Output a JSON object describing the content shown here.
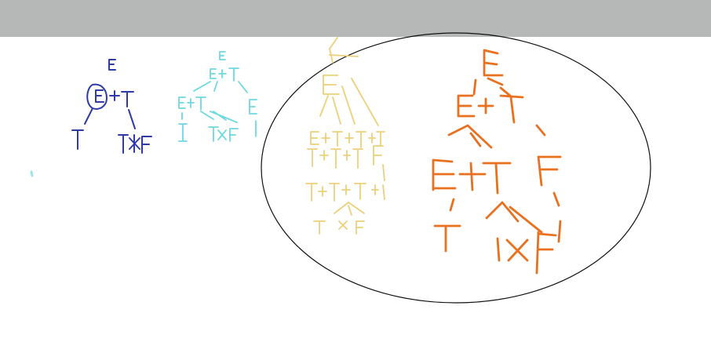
{
  "colors": {
    "toolbar": "#b6b8b7",
    "background": "#ffffff",
    "ink_blue": "#2e3aa6",
    "ink_cyan": "#6fd8e0",
    "ink_yellow": "#eccf78",
    "ink_orange": "#e8701e",
    "ink_black": "#111111"
  },
  "drawings": [
    {
      "name": "blue-parse-tree",
      "color": "ink_blue"
    },
    {
      "name": "cyan-parse-tree",
      "color": "ink_cyan"
    },
    {
      "name": "yellow-parse-tree",
      "color": "ink_yellow"
    },
    {
      "name": "orange-parse-tree",
      "color": "ink_orange"
    },
    {
      "name": "ellipse-annotation",
      "color": "ink_black"
    }
  ]
}
